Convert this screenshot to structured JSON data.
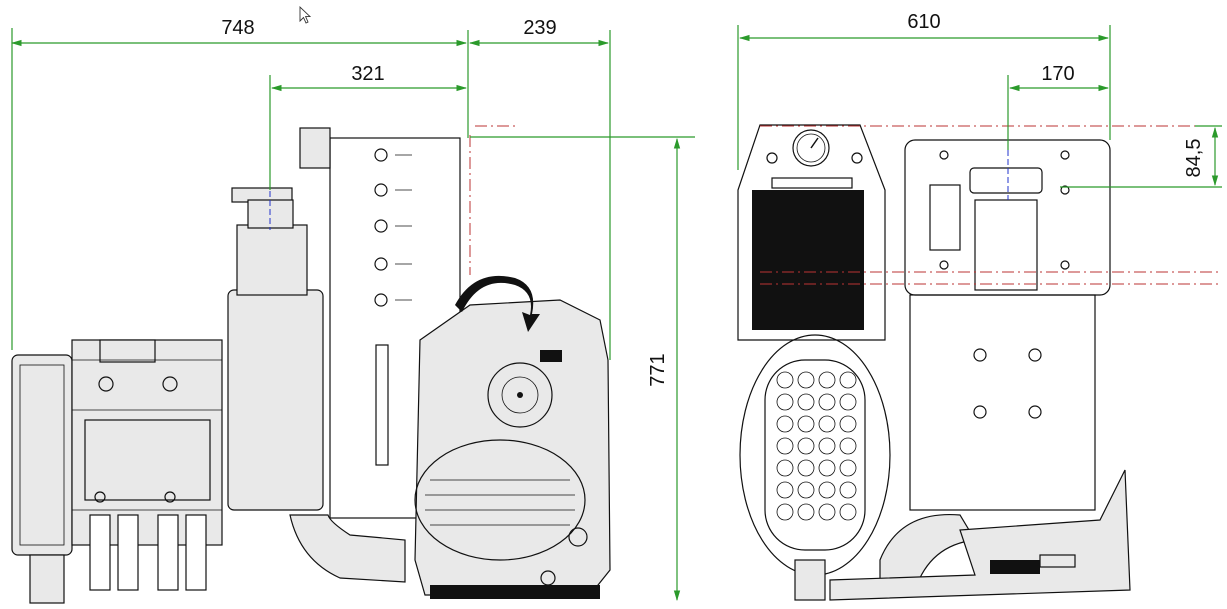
{
  "dimensions": {
    "left_view": {
      "overall_width": "748",
      "right_extension": "239",
      "inner_width": "321",
      "overall_height": "771"
    },
    "right_view": {
      "overall_width": "610",
      "inner_width": "170",
      "offset_height": "84,5"
    }
  },
  "colors": {
    "dimension_lines": "#2b9a2b",
    "outline": "#111111",
    "center_lines": "#b33333",
    "axis_lines": "#2233cc"
  },
  "icons": [
    "cursor-arrow-icon",
    "rotation-direction-arrow-icon",
    "pressure-gauge-icon"
  ]
}
